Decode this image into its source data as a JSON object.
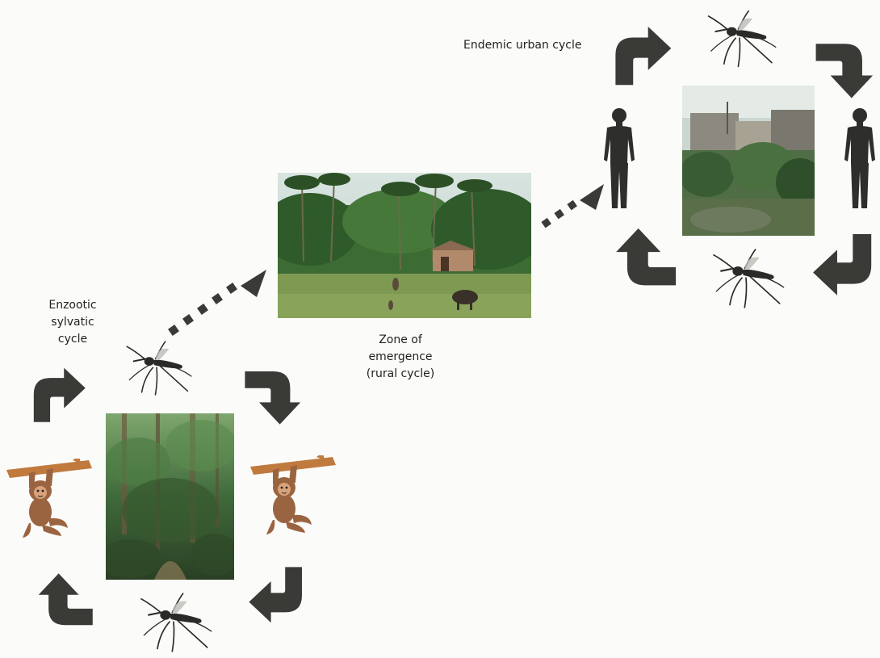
{
  "labels": {
    "sylvatic": [
      "Enzootic",
      "sylvatic",
      "cycle"
    ],
    "rural": [
      "Zone of",
      "emergence",
      "(rural cycle)"
    ],
    "urban": "Endemic urban cycle"
  },
  "colors": {
    "arrow": "#3a3a36",
    "mosquito": "#2a2a28",
    "human": "#2e2e2c",
    "monkey": "#9a6440",
    "monkey_face": "#d9a27a",
    "branch": "#c07a3e"
  },
  "icons": {
    "mosquito": "mosquito-icon",
    "monkey": "monkey-icon",
    "human": "human-silhouette-icon",
    "cycle_arrow": "curved-arrow-icon",
    "transition_arrow": "dotted-arrow-icon"
  }
}
